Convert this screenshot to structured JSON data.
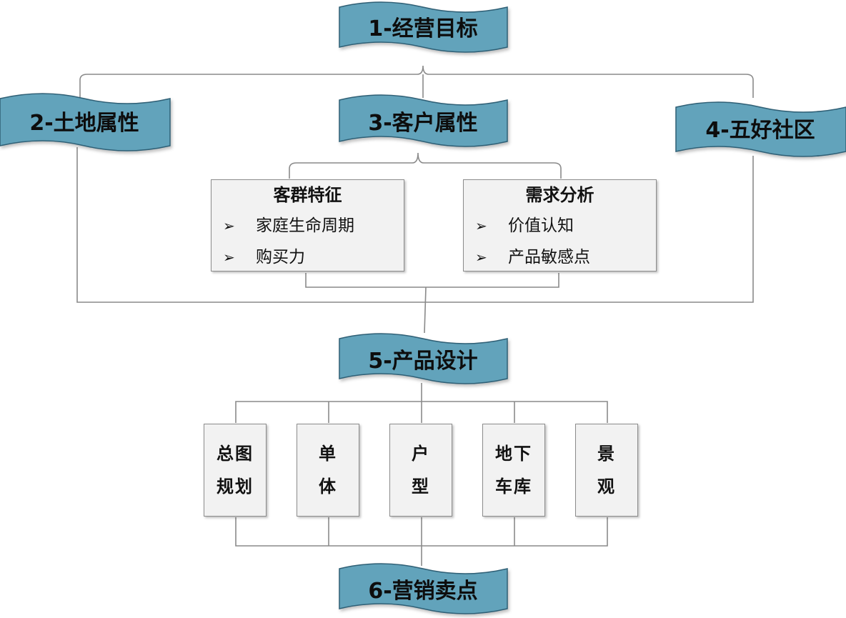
{
  "colors": {
    "banner_fill": "#62a3bb",
    "banner_stroke": "#2f5f75",
    "line": "#8a8a8a",
    "box_fill": "#f2f2f2"
  },
  "banners": {
    "objective": "1-经营目标",
    "land": "2-土地属性",
    "customer": "3-客户属性",
    "community": "4-五好社区",
    "product": "5-产品设计",
    "selling": "6-营销卖点"
  },
  "customer_groups": {
    "title": "客群特征",
    "bullet_icon": "arrowhead-bullet-icon",
    "items": [
      "家庭生命周期",
      "购买力"
    ]
  },
  "demand_analysis": {
    "title": "需求分析",
    "bullet_icon": "arrowhead-bullet-icon",
    "items": [
      "价值认知",
      "产品敏感点"
    ]
  },
  "design_items": [
    {
      "line1": "总图",
      "line2": "规划"
    },
    {
      "line1": "单",
      "line2": "体"
    },
    {
      "line1": "户",
      "line2": "型"
    },
    {
      "line1": "地下",
      "line2": "车库"
    },
    {
      "line1": "景",
      "line2": "观"
    }
  ]
}
